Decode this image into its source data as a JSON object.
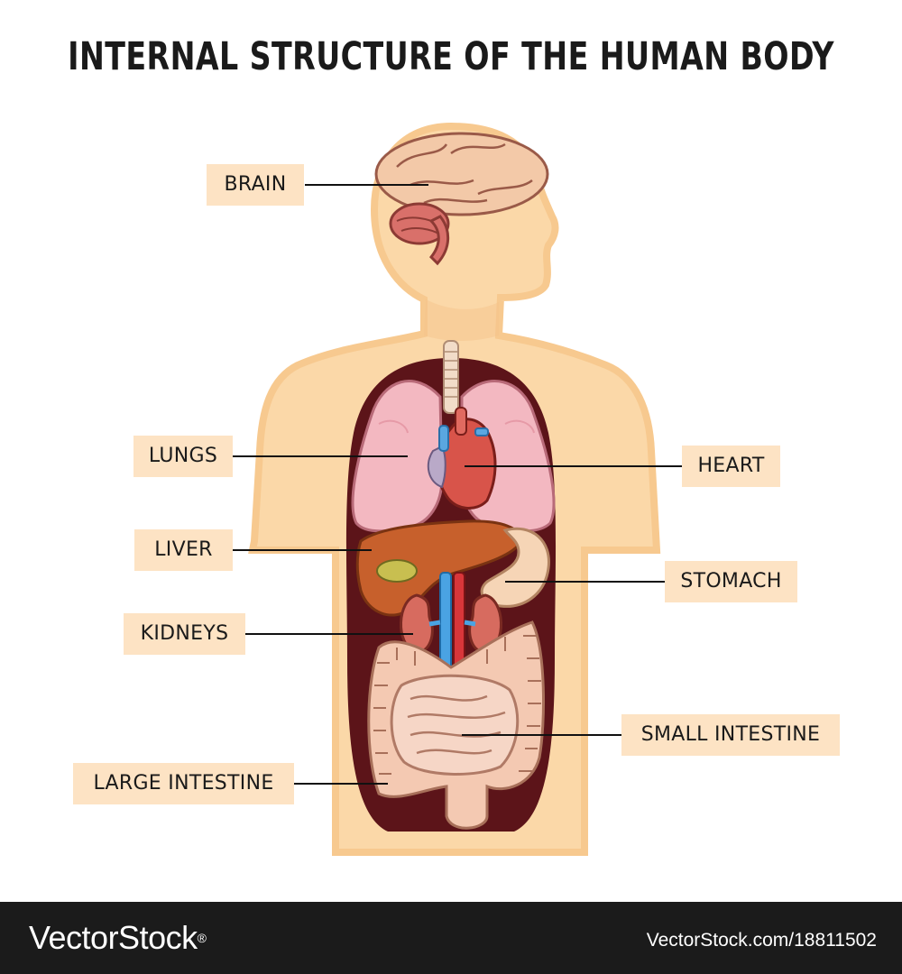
{
  "title": "INTERNAL STRUCTURE OF THE HUMAN BODY",
  "labels": {
    "brain": "BRAIN",
    "lungs": "LUNGS",
    "heart": "HEART",
    "liver": "LIVER",
    "stomach": "STOMACH",
    "kidneys": "KIDNEYS",
    "small_intestine": "SMALL INTESTINE",
    "large_intestine": "LARGE INTESTINE"
  },
  "watermark": {
    "brand": "VectorStock",
    "registered": "®",
    "url": "VectorStock.com/18811502"
  },
  "colors": {
    "body_skin": "#fbd8a8",
    "body_outline": "#f7c98f",
    "cavity": "#5c1419",
    "label_bg": "#fde3c4",
    "footer_bg": "#1b1b1b"
  }
}
